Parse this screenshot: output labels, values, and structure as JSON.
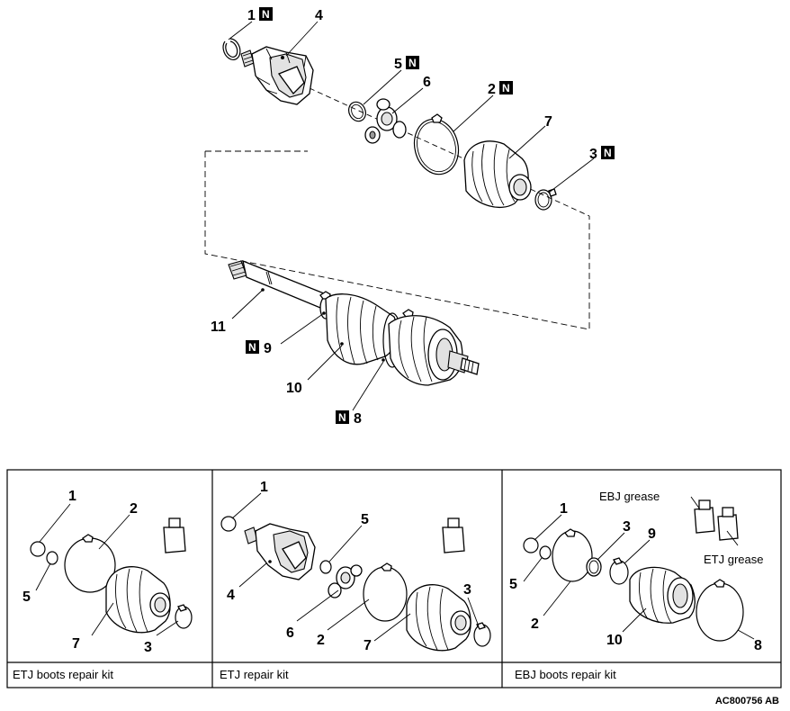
{
  "main_diagram": {
    "callouts": {
      "c1": "1",
      "c2": "2",
      "c3": "3",
      "c4": "4",
      "c5": "5",
      "c6": "6",
      "c7": "7",
      "c8": "8",
      "c9": "9",
      "c10": "10",
      "c11": "11"
    },
    "new_part_marker": "N"
  },
  "kits": [
    {
      "name": "ETJ boots repair kit",
      "callouts": [
        "1",
        "2",
        "5",
        "7",
        "3"
      ]
    },
    {
      "name": "ETJ repair kit",
      "callouts": [
        "1",
        "5",
        "4",
        "6",
        "2",
        "7",
        "3"
      ]
    },
    {
      "name": "EBJ boots repair kit",
      "callouts": [
        "1",
        "3",
        "9",
        "5",
        "2",
        "10",
        "8"
      ],
      "grease_labels": [
        "EBJ grease",
        "ETJ grease"
      ]
    }
  ],
  "figure_code": "AC800756 AB"
}
